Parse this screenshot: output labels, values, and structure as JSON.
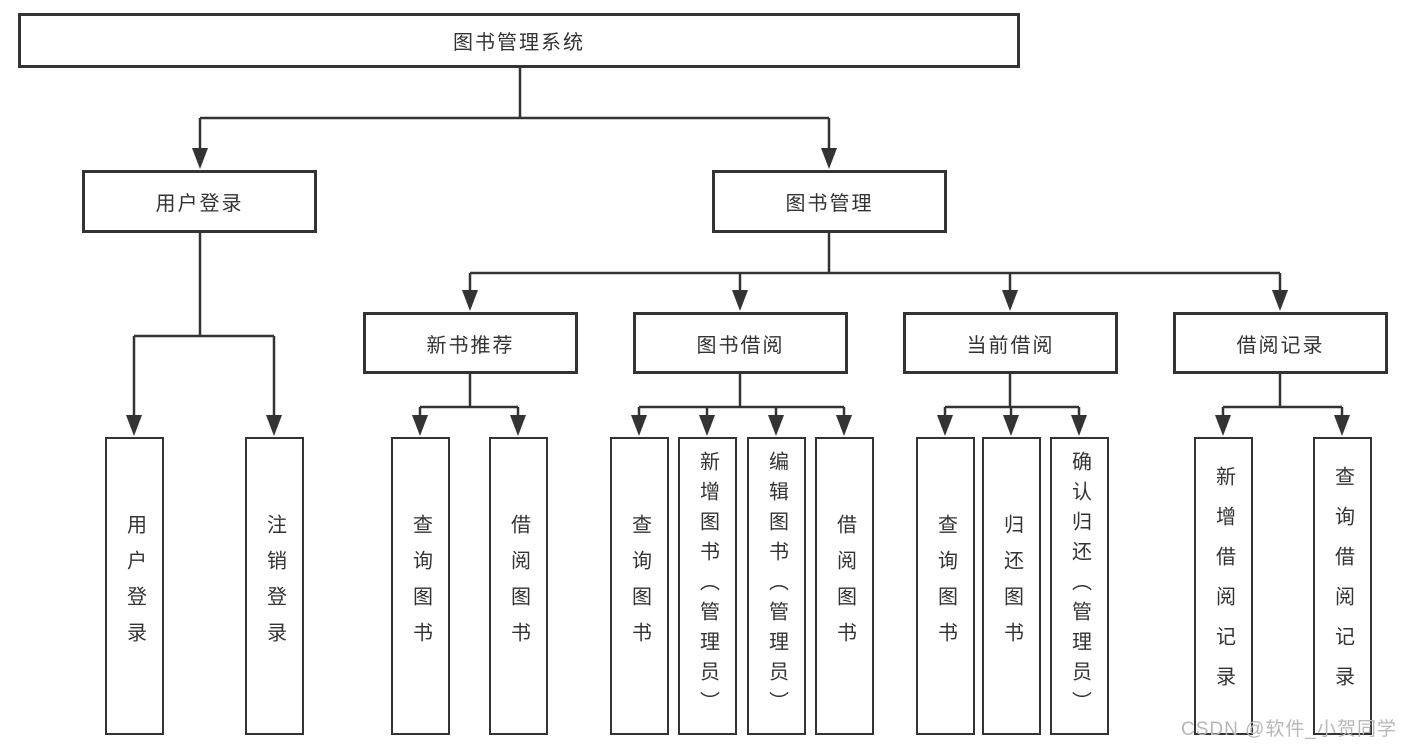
{
  "colors": {
    "line": "#333333",
    "text": "#333333",
    "box_background": "#ffffff",
    "watermark": "#b8b8b8",
    "page_background": "#ffffff"
  },
  "watermark": "CSDN @软件_小贺同学",
  "tree": {
    "root": {
      "label": "图书管理系统"
    },
    "branches": [
      {
        "label": "用户登录",
        "children": [
          {
            "label": "用户登录"
          },
          {
            "label": "注销登录"
          }
        ]
      },
      {
        "label": "图书管理",
        "children": [
          {
            "label": "新书推荐",
            "children": [
              {
                "label": "查询图书"
              },
              {
                "label": "借阅图书"
              }
            ]
          },
          {
            "label": "图书借阅",
            "children": [
              {
                "label": "查询图书"
              },
              {
                "label": "新增图书（管理员）"
              },
              {
                "label": "编辑图书（管理员）"
              },
              {
                "label": "借阅图书"
              }
            ]
          },
          {
            "label": "当前借阅",
            "children": [
              {
                "label": "查询图书"
              },
              {
                "label": "归还图书"
              },
              {
                "label": "确认归还（管理员）"
              }
            ]
          },
          {
            "label": "借阅记录",
            "children": [
              {
                "label": "新增借阅记录"
              },
              {
                "label": "查询借阅记录"
              }
            ]
          }
        ]
      }
    ]
  }
}
